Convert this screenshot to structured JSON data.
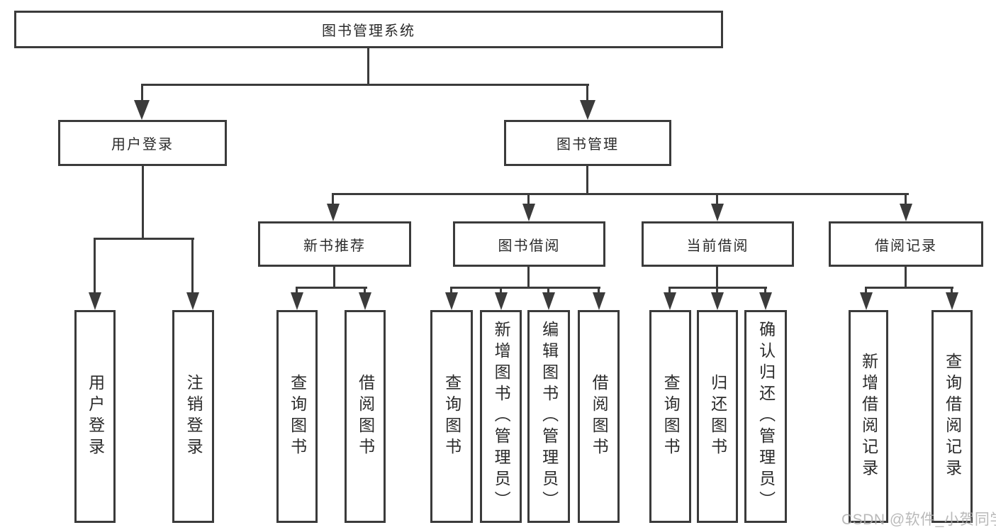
{
  "tree": {
    "root": "图书管理系统",
    "branches": [
      {
        "label": "用户登录",
        "children": [
          "用户登录",
          "注销登录"
        ]
      },
      {
        "label": "图书管理",
        "groups": [
          {
            "label": "新书推荐",
            "children": [
              "查询图书",
              "借阅图书"
            ]
          },
          {
            "label": "图书借阅",
            "children": [
              "查询图书",
              "新增图书（管理员）",
              "编辑图书（管理员）",
              "借阅图书"
            ]
          },
          {
            "label": "当前借阅",
            "children": [
              "查询图书",
              "归还图书",
              "确认归还（管理员）"
            ]
          },
          {
            "label": "借阅记录",
            "children": [
              "新增借阅记录",
              "查询借阅记录"
            ]
          }
        ]
      }
    ]
  },
  "watermark": {
    "text": "CSDN @软件_小贺同学"
  },
  "colors": {
    "line": "#3b3b3b",
    "text": "#2b2b2b",
    "background": "#ffffff",
    "watermark": "#adadad"
  }
}
